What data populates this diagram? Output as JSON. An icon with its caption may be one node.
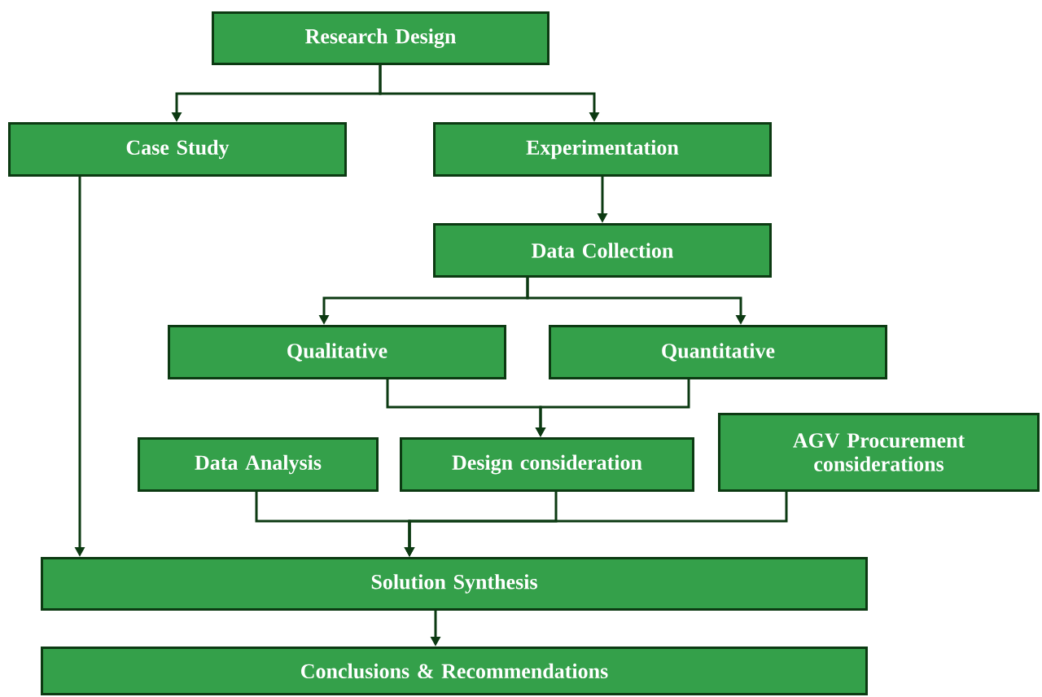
{
  "diagram": {
    "nodes": [
      {
        "text": [
          "Research Design"
        ]
      },
      {
        "text": [
          "Case Study"
        ]
      },
      {
        "text": [
          "Experimentation"
        ]
      },
      {
        "text": [
          "Data Collection"
        ]
      },
      {
        "text": [
          "Qualitative"
        ]
      },
      {
        "text": [
          "Quantitative"
        ]
      },
      {
        "text": [
          "Data Analysis"
        ]
      },
      {
        "text": [
          "Design consideration"
        ]
      },
      {
        "text": [
          "AGV Procurement considerations"
        ]
      },
      {
        "text": [
          "Solution Synthesis"
        ]
      },
      {
        "text": [
          "Conclusions & Recommendations"
        ]
      }
    ],
    "edges": [
      {
        "from": 0,
        "to": 1,
        "arrow": "to"
      },
      {
        "from": 0,
        "to": 2,
        "arrow": "to"
      },
      {
        "from": 1,
        "to": 9,
        "arrow": "to"
      },
      {
        "from": 2,
        "to": 3,
        "arrow": "to"
      },
      {
        "from": 3,
        "to": 4,
        "arrow": "to"
      },
      {
        "from": 3,
        "to": 5,
        "arrow": "to"
      },
      {
        "from": 4,
        "to": 7,
        "arrow": "to"
      },
      {
        "from": 5,
        "to": 7,
        "arrow": "to"
      },
      {
        "from": 6,
        "to": 9,
        "arrow": "to"
      },
      {
        "from": 7,
        "to": 9,
        "arrow": "to"
      },
      {
        "from": 8,
        "to": 9,
        "arrow": "to"
      },
      {
        "from": 9,
        "to": 10,
        "arrow": "to"
      }
    ]
  }
}
